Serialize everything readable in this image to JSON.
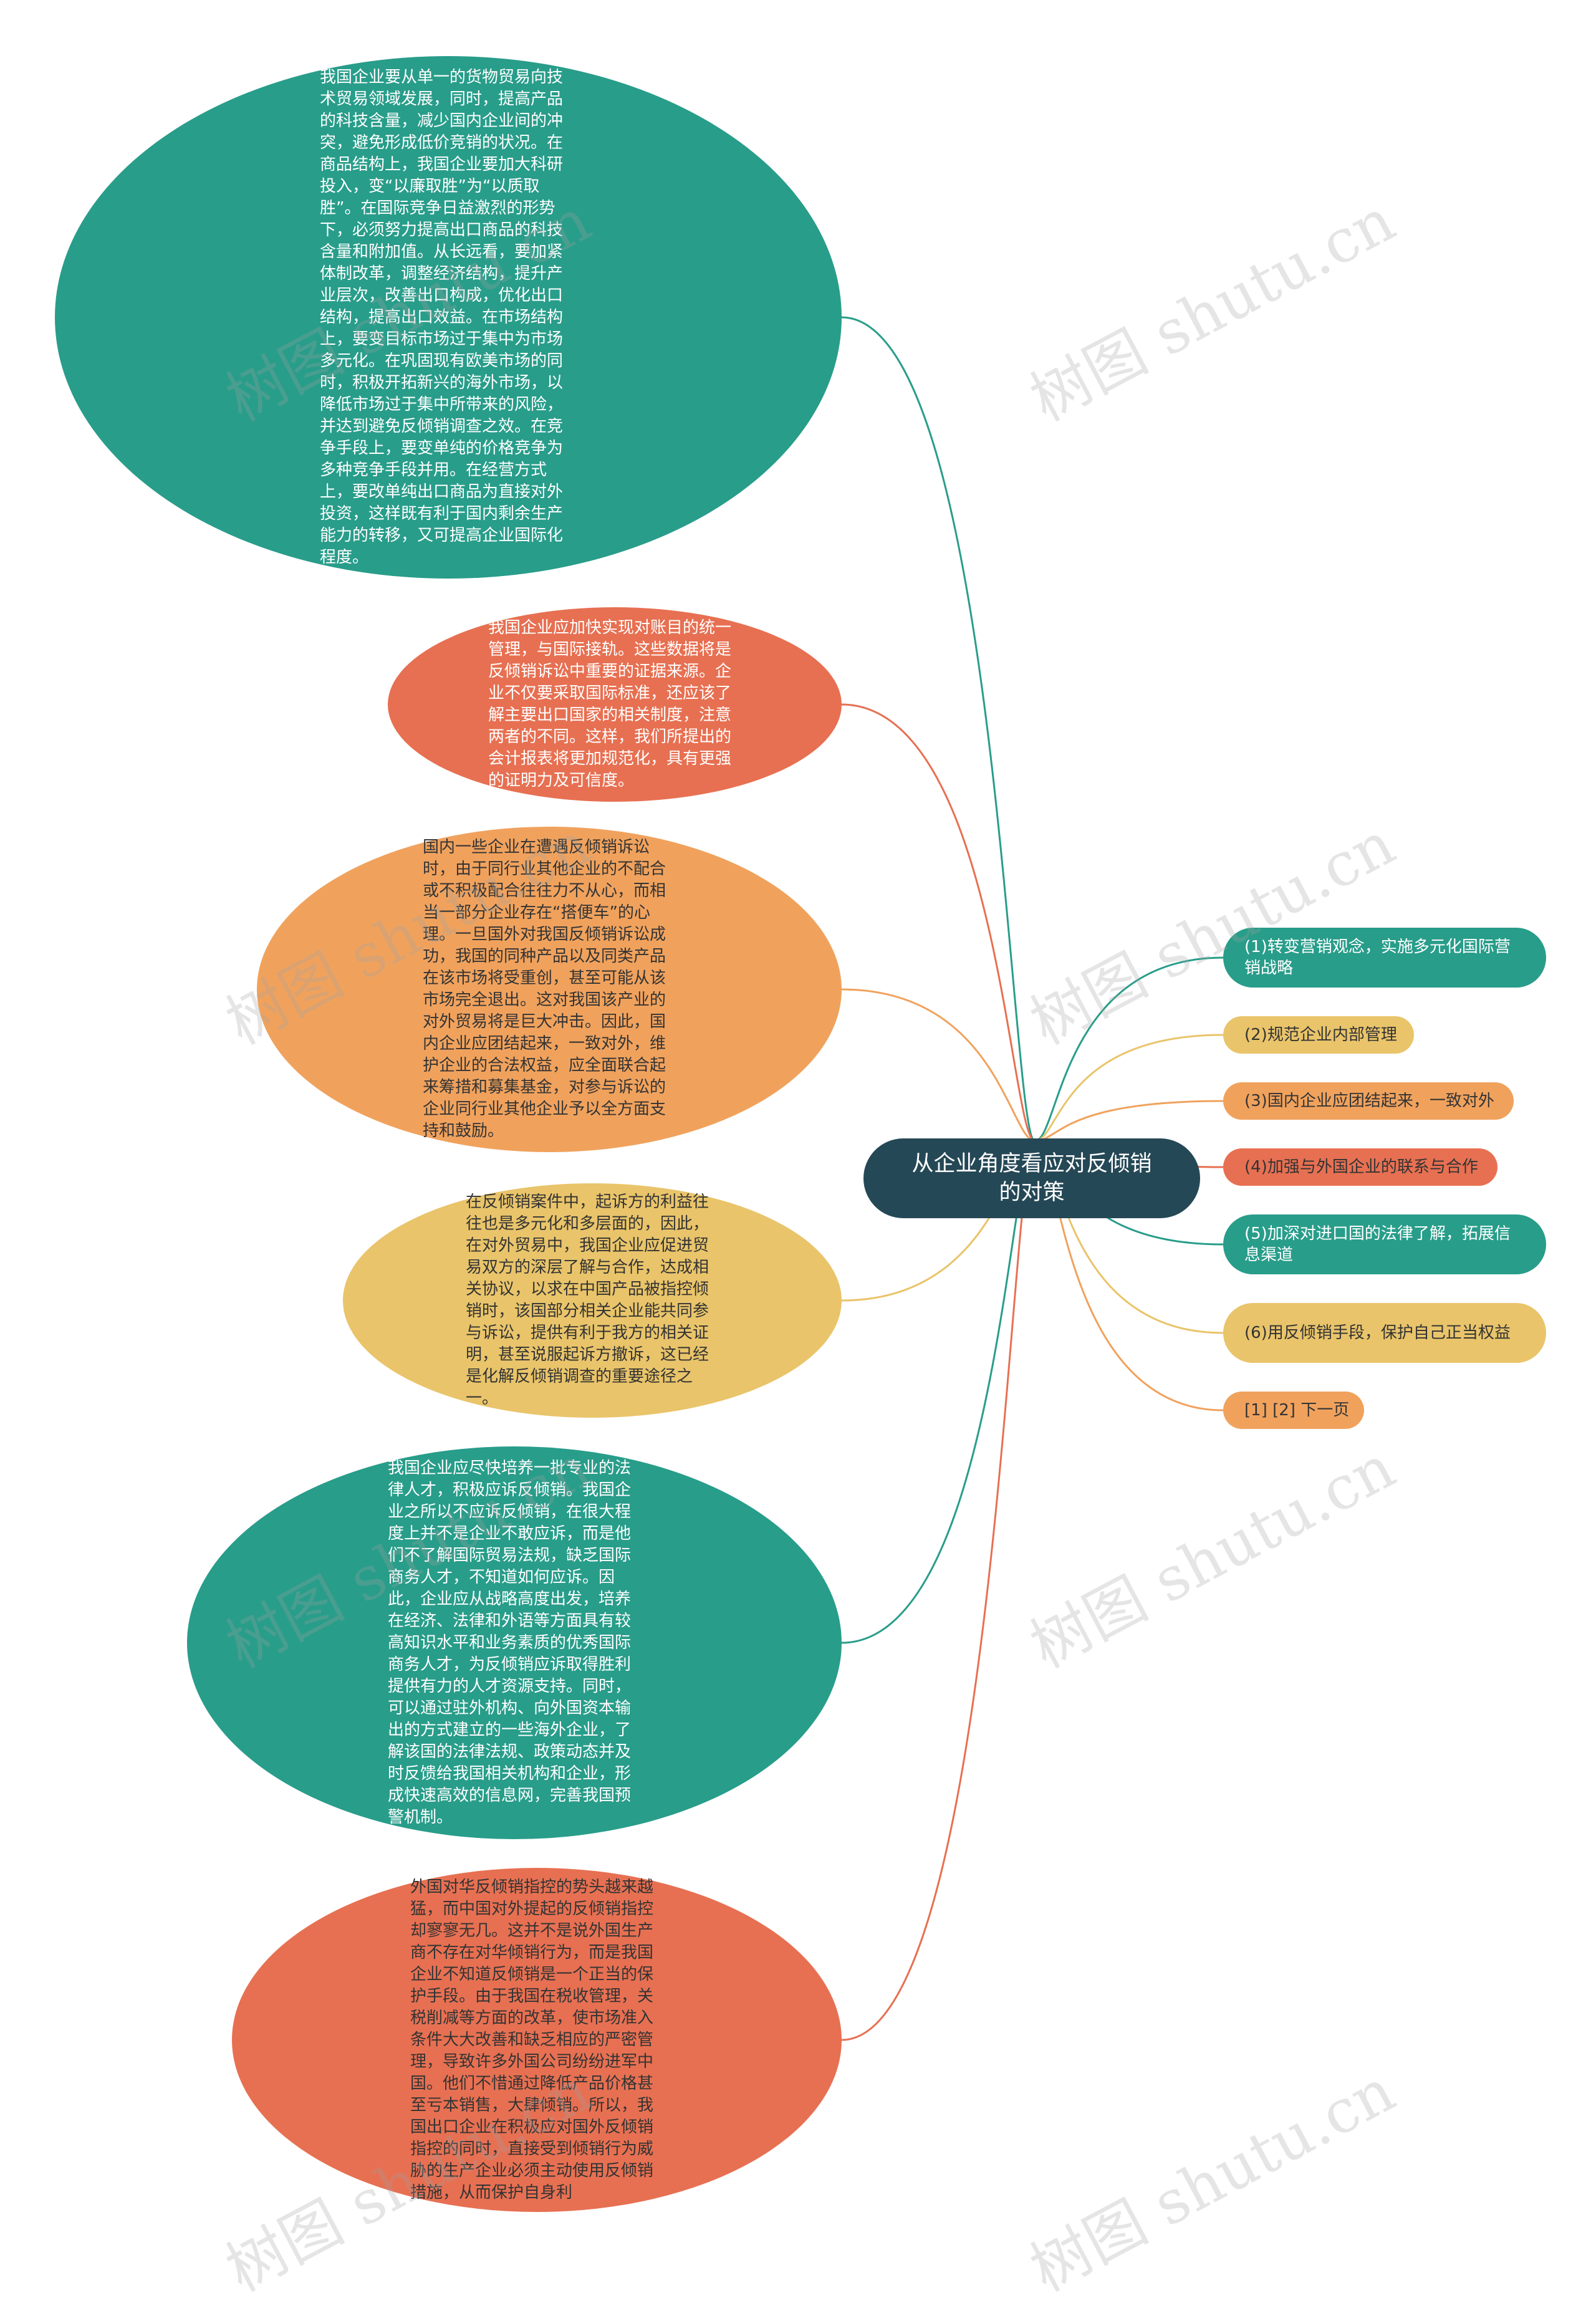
{
  "center": {
    "label": "从企业角度看应对反倾销的对策"
  },
  "colors": {
    "teal": "#289D8A",
    "coral": "#E77052",
    "orange": "#F0A25D",
    "yellow": "#E9C46A",
    "navy": "#254856"
  },
  "left_nodes": [
    {
      "text": "我国企业要从单一的货物贸易向技术贸易领域发展，同时，提高产品的科技含量，减少国内企业间的冲突，避免形成低价竞销的状况。在商品结构上，我国企业要加大科研投入，变“以廉取胜”为“以质取胜”。在国际竞争日益激烈的形势下，必须努力提高出口商品的科技含量和附加值。从长远看，要加紧体制改革，调整经济结构，提升产业层次，改善出口构成，优化出口结构，提高出口效益。在市场结构上，要变目标市场过于集中为市场多元化。在巩固现有欧美市场的同时，积极开拓新兴的海外市场，以降低市场过于集中所带来的风险，并达到避免反倾销调查之效。在竞争手段上，要变单纯的价格竞争为多种竞争手段并用。在经营方式上，要改单纯出口商品为直接对外投资，这样既有利于国内剩余生产能力的转移，又可提高企业国际化程度。",
      "color": "teal"
    },
    {
      "text": "我国企业应加快实现对账目的统一管理，与国际接轨。这些数据将是反倾销诉讼中重要的证据来源。企业不仅要采取国际标准，还应该了解主要出口国家的相关制度，注意两者的不同。这样，我们所提出的会计报表将更加规范化，具有更强的证明力及可信度。",
      "color": "coral"
    },
    {
      "text": "国内一些企业在遭遇反倾销诉讼时，由于同行业其他企业的不配合或不积极配合往往力不从心，而相当一部分企业存在“搭便车”的心理。一旦国外对我国反倾销诉讼成功，我国的同种产品以及同类产品在该市场将受重创，甚至可能从该市场完全退出。这对我国该产业的对外贸易将是巨大冲击。因此，国内企业应团结起来，一致对外，维护企业的合法权益，应全面联合起来筹措和募集基金，对参与诉讼的企业同行业其他企业予以全方面支持和鼓励。",
      "color": "orange"
    },
    {
      "text": "在反倾销案件中，起诉方的利益往往也是多元化和多层面的，因此，在对外贸易中，我国企业应促进贸易双方的深层了解与合作，达成相关协议，以求在中国产品被指控倾销时，该国部分相关企业能共同参与诉讼，提供有利于我方的相关证明，甚至说服起诉方撤诉，这已经是化解反倾销调查的重要途径之一。",
      "color": "yellow"
    },
    {
      "text": "我国企业应尽快培养一批专业的法律人才，积极应诉反倾销。我国企业之所以不应诉反倾销，在很大程度上并不是企业不敢应诉，而是他们不了解国际贸易法规，缺乏国际商务人才，不知道如何应诉。因此，企业应从战略高度出发，培养在经济、法律和外语等方面具有较高知识水平和业务素质的优秀国际商务人才，为反倾销应诉取得胜利提供有力的人才资源支持。同时，可以通过驻外机构、向外国资本输出的方式建立的一些海外企业，了解该国的法律法规、政策动态并及时反馈给我国相关机构和企业，形成快速高效的信息网，完善我国预警机制。",
      "color": "teal"
    },
    {
      "text": "外国对华反倾销指控的势头越来越猛，而中国对外提起的反倾销指控却寥寥无几。这并不是说外国生产商不存在对华倾销行为，而是我国企业不知道反倾销是一个正当的保护手段。由于我国在税收管理，关税削减等方面的改革，使市场准入条件大大改善和缺乏相应的严密管理，导致许多外国公司纷纷进军中国。他们不惜通过降低产品价格甚至亏本销售，大肆倾销。所以，我国出口企业在积极应对国外反倾销指控的同时，直接受到倾销行为威胁的生产企业必须主动使用反倾销措施，从而保护自身利",
      "color": "coral"
    }
  ],
  "right_nodes": [
    {
      "text": "(1)转变营销观念，实施多元化国际营销战略",
      "color": "teal"
    },
    {
      "text": "(2)规范企业内部管理",
      "color": "yellow"
    },
    {
      "text": "(3)国内企业应团结起来，一致对外",
      "color": "orange"
    },
    {
      "text": "(4)加强与外国企业的联系与合作",
      "color": "coral"
    },
    {
      "text": "(5)加深对进口国的法律了解，拓展信息渠道",
      "color": "teal"
    },
    {
      "text": "(6)用反倾销手段，保护自己正当权益",
      "color": "yellow"
    },
    {
      "text": "[1] [2] 下一页",
      "color": "orange"
    }
  ],
  "watermark": "树图 shutu.cn"
}
